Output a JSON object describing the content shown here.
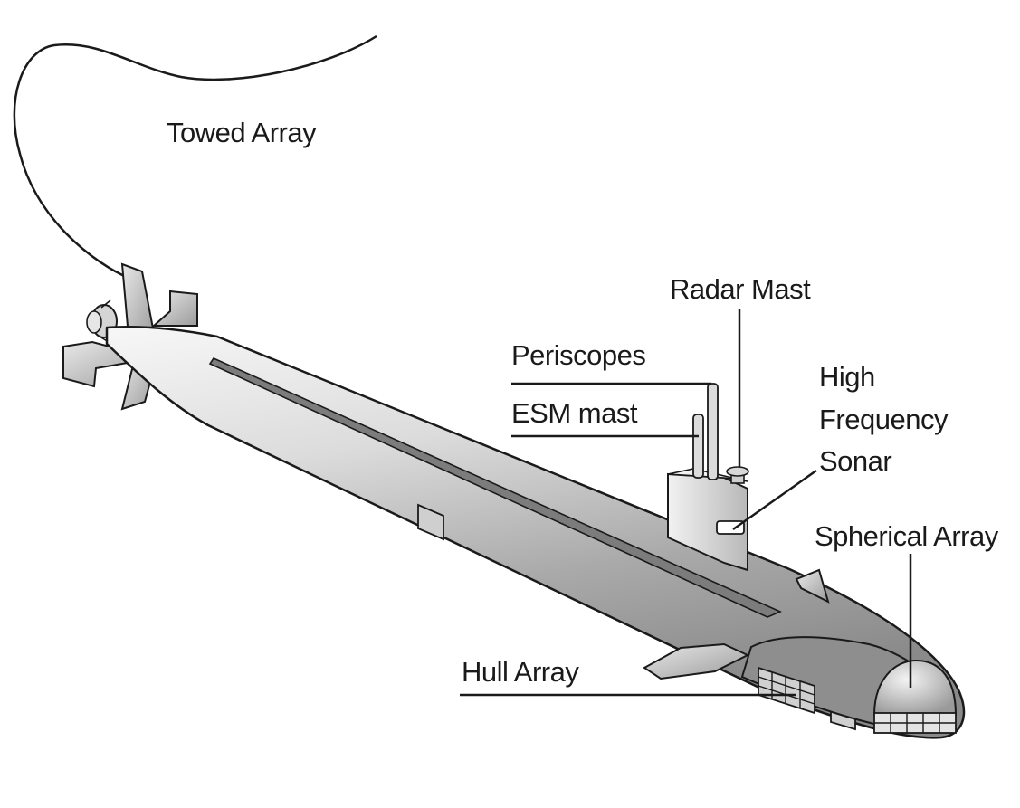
{
  "labels": {
    "towed_array": "Towed Array",
    "radar_mast": "Radar Mast",
    "periscopes": "Periscopes",
    "esm_mast": "ESM mast",
    "high_frequency_sonar": [
      "High",
      "Frequency",
      "Sonar"
    ],
    "spherical_array": "Spherical Array",
    "hull_array": "Hull Array"
  }
}
